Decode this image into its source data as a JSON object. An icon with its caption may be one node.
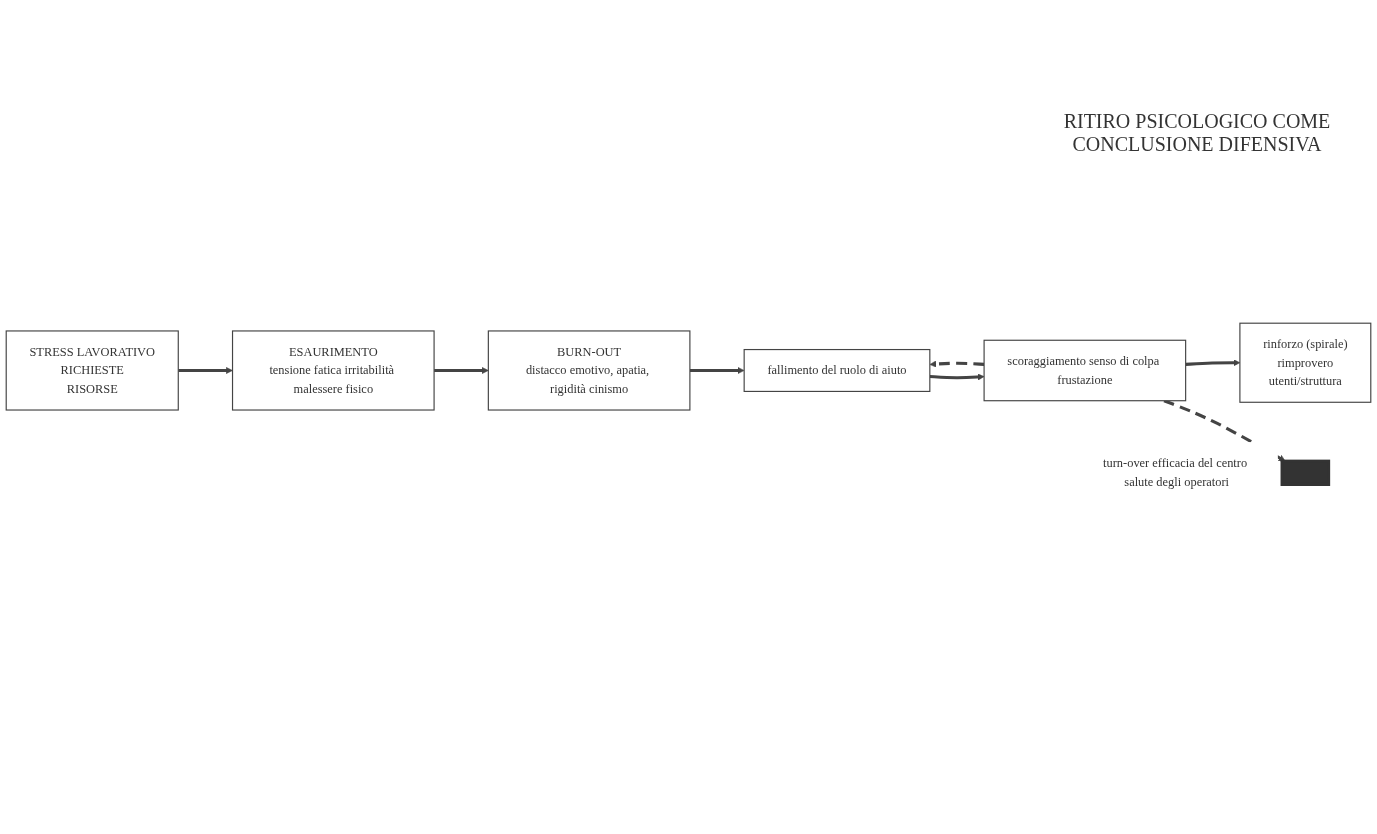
{
  "diagram": {
    "nodes": [
      {
        "text": [
          "STRESS LAVORATIVO",
          "RICHIESTE",
          "RISORSE"
        ]
      },
      {
        "text": [
          "ESAURIMENTO",
          "tensione fatica irritabilità malessere fisico"
        ]
      },
      {
        "text": [
          "BURN-OUT",
          "distacco emotivo, apatia, rigidità cinismo"
        ]
      },
      {
        "text": [
          "fallimento del ruolo di aiuto"
        ]
      },
      {
        "text": [
          "scoraggiamento senso di colpa frustazione"
        ]
      },
      {
        "text": [
          "rinforzo (spirale)",
          "rimprovero",
          "utenti/struttura"
        ]
      },
      {
        "text": [],
        "shape": "bar",
        "beside": [
          "turn-over efficacia del centro salute degli operatori"
        ]
      }
    ],
    "edges": [
      {
        "from": 0,
        "to": 1,
        "arrow": "to"
      },
      {
        "from": 1,
        "to": 2,
        "arrow": "to"
      },
      {
        "from": 2,
        "to": 3,
        "arrow": "to"
      },
      {
        "from": 3,
        "to": 4,
        "arrow": "to"
      },
      {
        "from": 4,
        "to": 3,
        "arrow": "to",
        "style": "dashed"
      },
      {
        "from": 4,
        "to": 6,
        "arrow": "to",
        "style": "dashed"
      },
      {
        "from": 4,
        "to": 5,
        "arrow": "to"
      }
    ],
    "labels": [
      "RITIRO PSICOLOGICO COME CONCLUSIONE DIFENSIVA"
    ]
  }
}
